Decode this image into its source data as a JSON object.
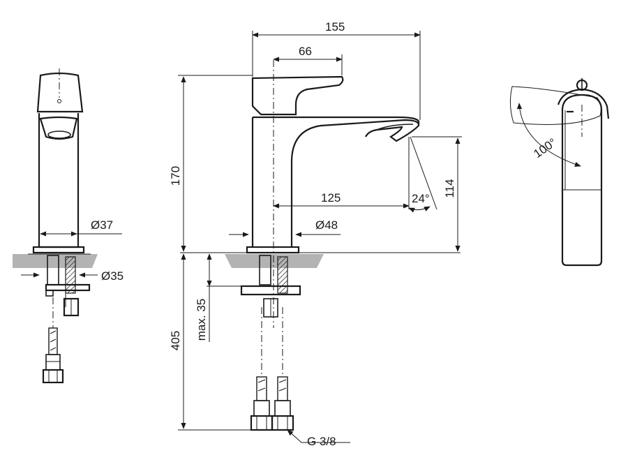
{
  "dimensions": {
    "total_length": "155",
    "lever_offset": "66",
    "height": "170",
    "spout_height": "114",
    "spout_reach": "125",
    "spout_angle": "24°",
    "diameter_side": "Ø37",
    "diameter_front": "Ø48",
    "diameter_hole": "Ø35",
    "max_deck": "max. 35",
    "hose_length": "405",
    "thread": "G 3/8",
    "lever_rotation": "100°"
  },
  "colors": {
    "line": "#1a1a1a",
    "deck": "#b3b3b3",
    "deck_edge": "#8c8c8c"
  }
}
